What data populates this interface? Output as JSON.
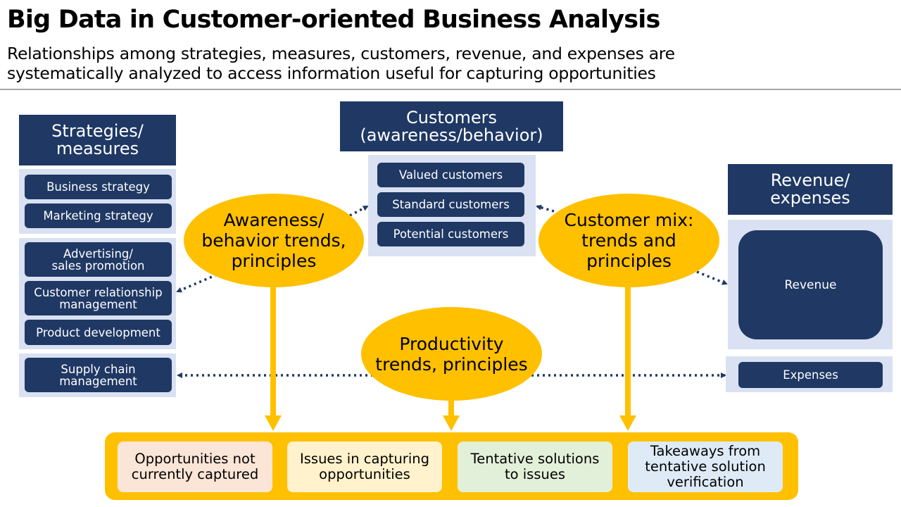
{
  "header": {
    "title": "Big Data in Customer-oriented Business Analysis",
    "subtitle_line1": "Relationships among strategies, measures, customers, revenue, and expenses are",
    "subtitle_line2": "systematically analyzed to access information useful for capturing opportunities"
  },
  "strategies": {
    "title_line1": "Strategies/",
    "title_line2": "measures",
    "group1": [
      "Business strategy",
      "Marketing strategy"
    ],
    "group2": [
      {
        "line1": "Advertising/",
        "line2": "sales promotion"
      },
      {
        "line1": "Customer relationship",
        "line2": "management"
      },
      {
        "line1": "Product development",
        "line2": ""
      }
    ],
    "group3": {
      "line1": "Supply chain",
      "line2": "management"
    }
  },
  "customers": {
    "title_line1": "Customers",
    "title_line2": "(awareness/behavior)",
    "items": [
      "Valued customers",
      "Standard customers",
      "Potential customers"
    ]
  },
  "revenue": {
    "title_line1": "Revenue/",
    "title_line2": "expenses",
    "revenue_label": "Revenue",
    "expenses_label": "Expenses"
  },
  "ellipses": {
    "awareness": {
      "line1": "Awareness/",
      "line2": "behavior trends,",
      "line3": "principles"
    },
    "mix": {
      "line1": "Customer mix:",
      "line2": "trends and",
      "line3": "principles"
    },
    "productivity": {
      "line1": "Productivity",
      "line2": "trends, principles"
    }
  },
  "outcomes": [
    {
      "line1": "Opportunities not",
      "line2": "currently captured",
      "line3": "",
      "color": "#fbe5d6"
    },
    {
      "line1": "Issues in capturing",
      "line2": "opportunities",
      "line3": "",
      "color": "#fff2cc"
    },
    {
      "line1": "Tentative solutions",
      "line2": "to issues",
      "line3": "",
      "color": "#e2f0d9"
    },
    {
      "line1": "Takeaways from",
      "line2": "tentative solution",
      "line3": "verification",
      "color": "#deebf7"
    }
  ],
  "colors": {
    "navy": "#1f3864",
    "panel": "#d9e1f2",
    "gold": "#ffc000"
  }
}
